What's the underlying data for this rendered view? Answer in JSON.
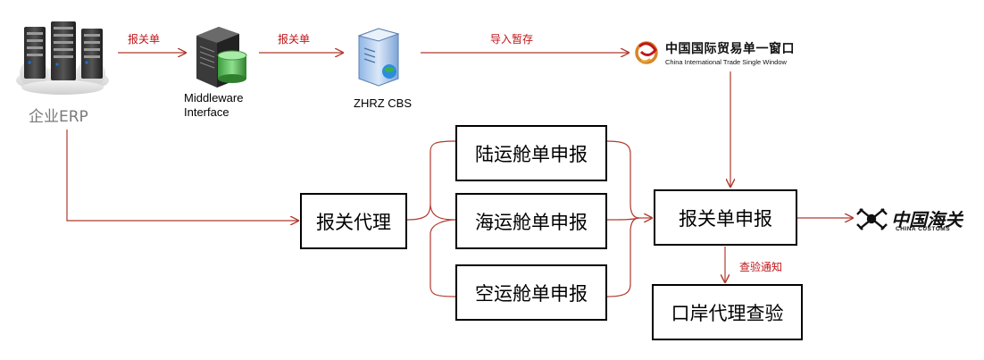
{
  "nodes": {
    "erp": {
      "label": "企业ERP"
    },
    "middleware": {
      "label_line1": "Middleware",
      "label_line2": "Interface"
    },
    "cbs": {
      "label": "ZHRZ CBS"
    },
    "single_window": {
      "title": "中国国际贸易单一窗口",
      "subtitle": "China International Trade Single Window"
    },
    "customs": {
      "title": "中国海关",
      "subtitle": "CHINA CUSTOMS"
    }
  },
  "edges": {
    "erp_to_middleware": "报关单",
    "middleware_to_cbs": "报关单",
    "cbs_to_single_window": "导入暂存",
    "declaration_to_inspection": "查验通知"
  },
  "boxes": {
    "broker": "报关代理",
    "land": "陆运舱单申报",
    "sea": "海运舱单申报",
    "air": "空运舱单申报",
    "declaration": "报关单申报",
    "port_inspection": "口岸代理查验"
  },
  "colors": {
    "arrow": "#c0392b",
    "label_red": "#c0161a",
    "box_border": "#000000"
  }
}
